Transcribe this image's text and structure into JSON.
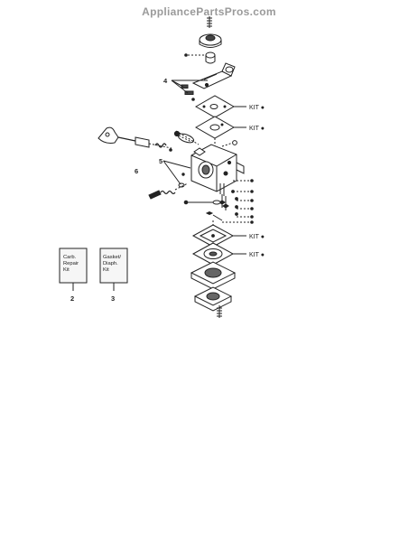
{
  "watermark": "AppliancePartsPros.com",
  "kit_labels": {
    "k1": "KIT ●",
    "k2": "KIT ●",
    "k3": "KIT ●",
    "k4": "KIT ●"
  },
  "callouts": {
    "n4": "4",
    "n5": "5",
    "n6": "6"
  },
  "kit_boxes": [
    {
      "line1": "Carb.",
      "line2": "Repair",
      "line3": "Kit",
      "number": "2"
    },
    {
      "line1": "Gasket/",
      "line2": "Diaph.",
      "line3": "Kit",
      "number": "3"
    }
  ],
  "colors": {
    "ink": "#222222",
    "watermark": "#9a9a9a",
    "box_fill": "#f6f6f6"
  }
}
